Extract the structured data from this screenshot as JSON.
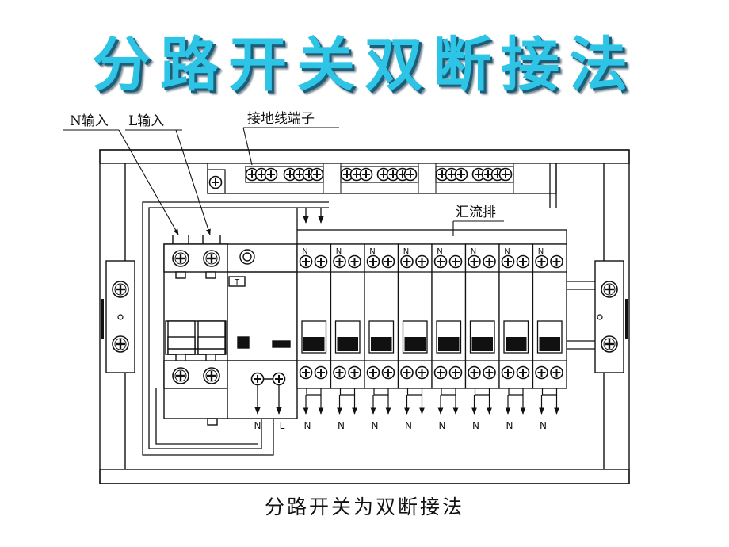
{
  "title": "分路开关双断接法",
  "caption": "分路开关为双断接法",
  "labels": {
    "n_input": "N输入",
    "l_input": "L输入",
    "ground_terminal": "接地线端子",
    "busbar": "汇流排"
  },
  "breaker_count": 8,
  "breaker_top_label": "N",
  "outgoing_label": "N",
  "main_out_n": "N",
  "main_out_l": "L",
  "colors": {
    "title": "#2ec4e6",
    "title_shadow": "#1a5e7a",
    "line": "#111111"
  }
}
